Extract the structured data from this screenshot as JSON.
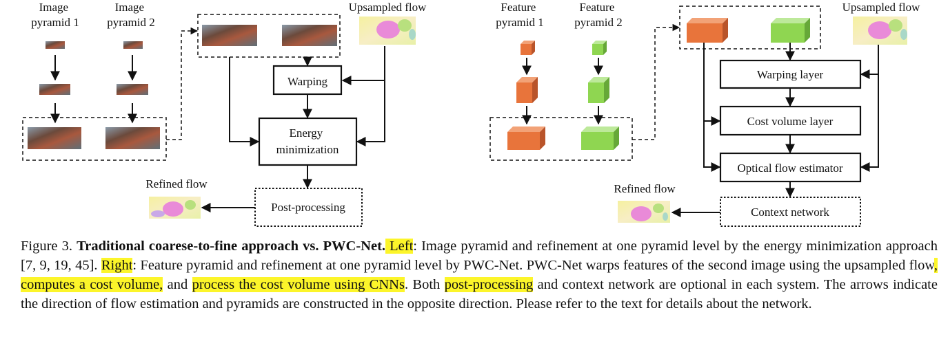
{
  "left": {
    "pyramid1_label": [
      "Image",
      "pyramid 1"
    ],
    "pyramid2_label": [
      "Image",
      "pyramid 2"
    ],
    "upsampled_flow": "Upsampled flow",
    "warping": "Warping",
    "energy": [
      "Energy",
      "minimization"
    ],
    "post_processing": "Post-processing",
    "refined_flow": "Refined flow"
  },
  "right": {
    "pyramid1_label": [
      "Feature",
      "pyramid 1"
    ],
    "pyramid2_label": [
      "Feature",
      "pyramid 2"
    ],
    "upsampled_flow": "Upsampled flow",
    "warping_layer": "Warping layer",
    "cost_volume_layer": "Cost volume layer",
    "flow_estimator": "Optical flow estimator",
    "context_network": "Context network",
    "refined_flow": "Refined flow"
  },
  "colors": {
    "feature1": "#e8743b",
    "feature2": "#8fd651",
    "highlight": "#fcf52a"
  },
  "caption": {
    "prefix": "Figure 3. ",
    "title": "Traditional coarese-to-fine approach vs. PWC-Net.",
    "left_word": " Left",
    "t1": ": Image pyramid and refinement at one pyramid level by the energy minimization approach [7, 9, 19, 45]. ",
    "right_word": "Right",
    "t2": ": Feature pyramid and refinement at one pyramid level by PWC-Net. PWC-Net warps features of the second image using the upsampled flow",
    "h1": ", computes a cost volume,",
    "t3": " and ",
    "h2": "process the cost volume using CNNs",
    "t4": ". Both ",
    "h3": "post-processing",
    "t5": " and context network are optional in each system. The arrows indicate the direction of flow estimation and pyramids are constructed in the opposite direction. Please refer to the text for details about the network."
  }
}
